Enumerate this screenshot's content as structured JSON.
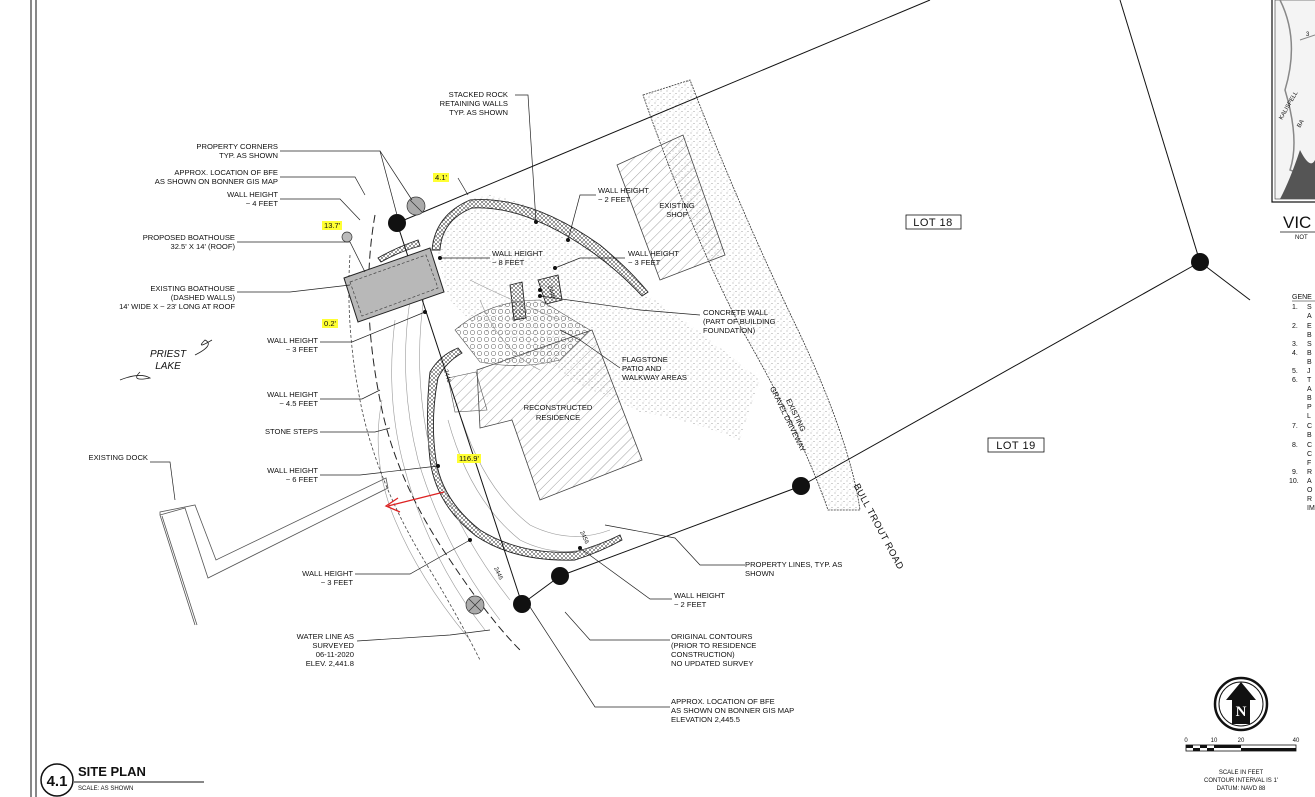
{
  "sheet": {
    "number": "4.1",
    "title": "SITE PLAN",
    "scale": "SCALE: AS SHOWN"
  },
  "callouts": {
    "property_corners": [
      "PROPERTY CORNERS",
      "TYP. AS SHOWN"
    ],
    "bfe_top": [
      "APPROX. LOCATION OF BFE",
      "AS SHOWN ON BONNER GIS MAP"
    ],
    "wall_4ft": [
      "WALL HEIGHT",
      "~ 4 FEET"
    ],
    "proposed_boathouse": [
      "PROPOSED BOATHOUSE",
      "32.5' X 14' (ROOF)"
    ],
    "existing_boathouse": [
      "EXISTING BOATHOUSE",
      "(DASHED WALLS)",
      "14' WIDE X ~ 23' LONG AT ROOF"
    ],
    "wall_3ft_left": [
      "WALL HEIGHT",
      "~ 3 FEET"
    ],
    "wall_45ft": [
      "WALL HEIGHT",
      "~ 4.5 FEET"
    ],
    "stone_steps": [
      "STONE STEPS"
    ],
    "existing_dock": [
      "EXISTING DOCK"
    ],
    "wall_6ft": [
      "WALL HEIGHT",
      "~ 6 FEET"
    ],
    "wall_3ft_bottom": [
      "WALL HEIGHT",
      "~ 3 FEET"
    ],
    "water_line": [
      "WATER LINE AS",
      "SURVEYED",
      "06-11-2020",
      "ELEV. 2,441.8"
    ],
    "stacked_rock": [
      "STACKED ROCK",
      "RETAINING WALLS",
      "TYP. AS SHOWN"
    ],
    "wall_2ft_top": [
      "WALL HEIGHT",
      "~ 2 FEET"
    ],
    "existing_shop": [
      "EXISTING",
      "SHOP"
    ],
    "wall_8ft": [
      "WALL HEIGHT",
      "~ 8 FEET"
    ],
    "wall_3ft_right": [
      "WALL HEIGHT",
      "~ 3 FEET"
    ],
    "concrete_wall": [
      "CONCRETE WALL",
      "(PART OF BUILDING",
      "FOUNDATION)"
    ],
    "flagstone": [
      "FLAGSTONE",
      "PATIO AND",
      "WALKWAY AREAS"
    ],
    "residence": [
      "RECONSTRUCTED",
      "RESIDENCE"
    ],
    "driveway": [
      "EXISTING",
      "GRAVEL DRIVEWAY"
    ],
    "property_lines": [
      "PROPERTY LINES, TYP. AS",
      "SHOWN"
    ],
    "wall_2ft_bottom": [
      "WALL HEIGHT",
      "~ 2 FEET"
    ],
    "original_contours": [
      "ORIGINAL CONTOURS",
      "(PRIOR TO RESIDENCE",
      "CONSTRUCTION)",
      "NO UPDATED SURVEY"
    ],
    "bfe_bottom": [
      "APPROX. LOCATION OF BFE",
      "AS SHOWN ON BONNER GIS MAP",
      "ELEVATION 2,445.5"
    ]
  },
  "dimensions": {
    "d_4_1": "4.1'",
    "d_13_7": "13.7'",
    "d_0_2": "0.2'",
    "d_116_9": "116.9'"
  },
  "contour_labels": {
    "c1": "2446",
    "c2": "2448",
    "c3": "2445",
    "c4": "2456"
  },
  "places": {
    "lot_18": "LOT 18",
    "lot_19": "LOT 19",
    "lake": [
      "PRIEST",
      "LAKE"
    ],
    "road": "BULL TROUT ROAD"
  },
  "vicinity": {
    "title": "VIC",
    "subtitle": "NOT",
    "map_text": [
      "KALISPELL",
      "BA",
      "3"
    ]
  },
  "general_notes": {
    "heading": "GENE",
    "items": [
      "1.",
      "S",
      "A",
      "2.",
      "E",
      "B",
      "3.",
      "S",
      "4.",
      "B",
      "B",
      "5.",
      "J",
      "6.",
      "T",
      "A",
      "B",
      "P",
      "L",
      "7.",
      "C",
      "B",
      "8.",
      "C",
      "C",
      "F",
      "9.",
      "R",
      "10.",
      "A",
      "O",
      "R",
      "IM"
    ]
  },
  "north_arrow": {
    "letter": "N"
  },
  "scale_bar": {
    "ticks": [
      "0",
      "10",
      "20",
      "40"
    ],
    "caption": [
      "SCALE IN FEET",
      "CONTOUR INTERVAL IS 1'",
      "DATUM:  NAVD 88"
    ]
  },
  "colors": {
    "highlight": "#ffff33",
    "arrow": "#dd2222",
    "boathouse": "#b8b8b8"
  }
}
